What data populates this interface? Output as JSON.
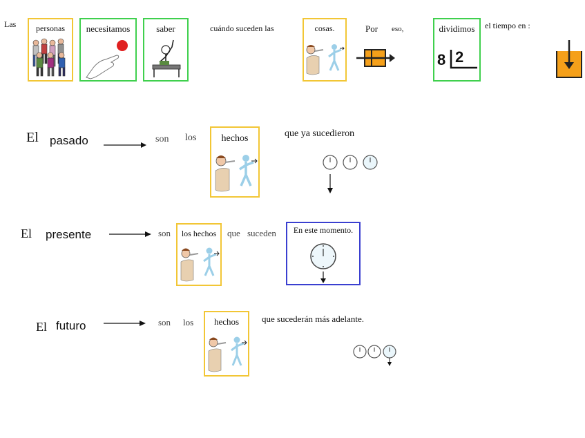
{
  "colors": {
    "yellow": "#f2c635",
    "green": "#3fd04d",
    "blue": "#3a3fd0",
    "orange": "#f5a01a",
    "red": "#e02020",
    "person": "#9ccfe8",
    "skin": "#f0c8a8"
  },
  "row1": {
    "las": "Las",
    "personas": "personas",
    "necesitamos": "necesitamos",
    "saber": "saber",
    "cuando": "cuándo suceden las",
    "cosas": "cosas.",
    "por": "Por",
    "eso": "eso,",
    "dividimos": "dividimos",
    "div_number_left": "8",
    "div_number_right": "2",
    "tiempo": "el tiempo en :"
  },
  "pasado": {
    "el": "El",
    "name": "pasado",
    "son": "son",
    "los": "los",
    "hechos": "hechos",
    "desc": "que ya sucedieron"
  },
  "presente": {
    "el": "El",
    "name": "presente",
    "son": "son",
    "hechos": "los hechos",
    "que": "que",
    "suceden": "suceden",
    "momento": "En este momento."
  },
  "futuro": {
    "el": "El",
    "name": "futuro",
    "son": "son",
    "los": "los",
    "hechos": "hechos",
    "desc": "que sucederán más adelante."
  }
}
